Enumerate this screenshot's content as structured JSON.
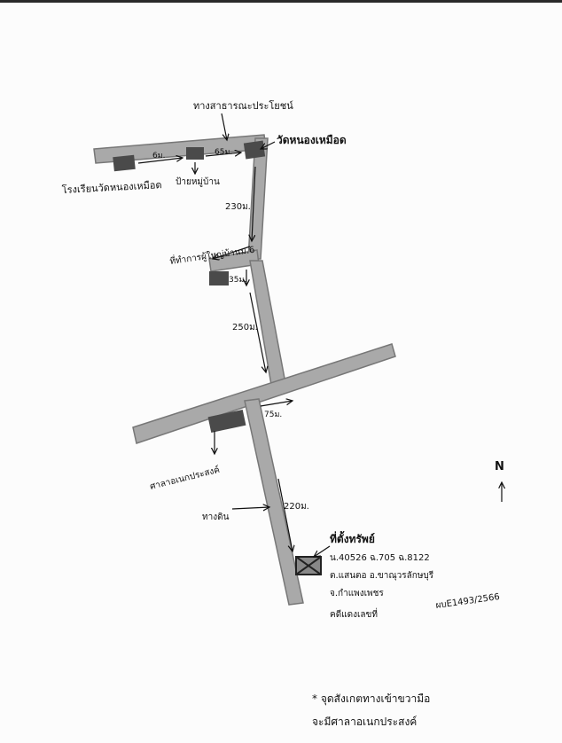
{
  "map": {
    "labels": {
      "public_road": "ทางสาธารณะประโยชน์",
      "temple": "วัดหนองเหมือด",
      "school": "โรงเรียนวัดหนองเหมือด",
      "village_sign": "ป้ายหมู่บ้าน",
      "dist_6m": "6ม.",
      "dist_65m": "65ม.",
      "dist_230m": "230ม.",
      "headman_office": "ที่ทำการผู้ใหญ่บ้านม.6",
      "dist_35m": "35ม.",
      "dist_250m": "250ม.",
      "dist_75m": "75ม.",
      "community_hall": "ศาลาอเนกประสงค์",
      "dirt_road": "ทางดิน",
      "dist_220m": "220ม.",
      "property": "ที่ตั้งทรัพย์",
      "deed": "น.40526 ฉ.705 ฉ.8122",
      "location1": "ต.แสนตอ อ.ขาณุวรลักษบุรี",
      "location2": "จ.กำแพงเพชร",
      "case": "คดีแดงเลขที่",
      "case_no": "ผบE1493/2566",
      "north": "N",
      "note1": "* จุดสังเกตทางเข้าขวามือ",
      "note2": "จะมีศาลาอเนกประสงค์"
    },
    "colors": {
      "road": "#a9a9a9",
      "road_edge": "#777777",
      "building": "#4a4a4a",
      "ink": "#111111"
    }
  }
}
